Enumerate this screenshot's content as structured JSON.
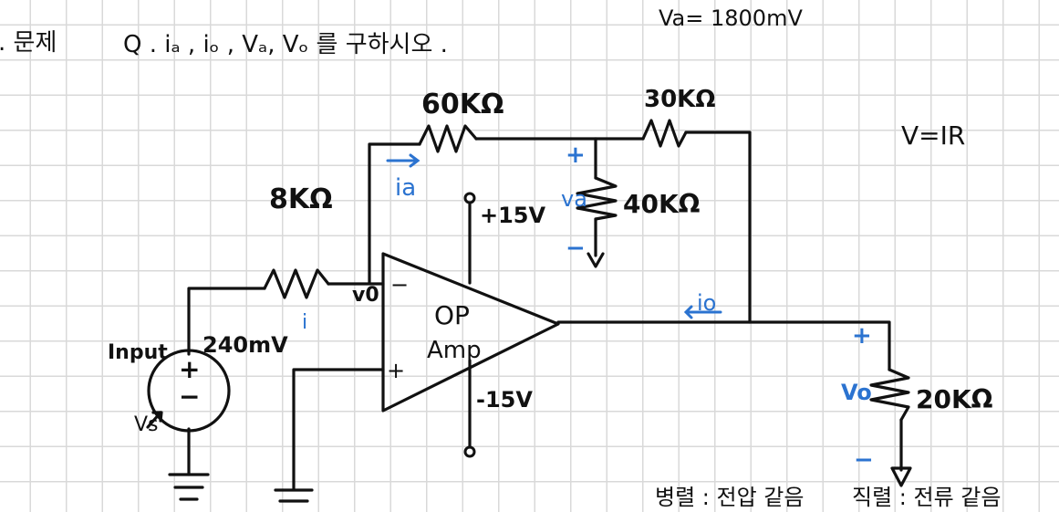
{
  "header": {
    "problem_label": ". 문제",
    "question": "Q . iₐ , iₒ , Vₐ, Vₒ 를 구하시오 ."
  },
  "notes": {
    "va_answer": "Va= 1800mV",
    "ohms_law": "V=IR",
    "parallel_rule": "병렬 : 전압 같음",
    "series_rule": "직렬 : 전류 같음"
  },
  "circuit": {
    "r_input": "8KΩ",
    "r_feedback1": "60KΩ",
    "r_feedback2": "30KΩ",
    "r_shunt": "40KΩ",
    "r_load": "20KΩ",
    "opamp_line1": "OP",
    "opamp_line2": "Amp",
    "supply_pos": "+15V",
    "supply_neg": "-15V",
    "input_label": "Input",
    "input_voltage": "240mV",
    "source_label": "Vs",
    "source_plus": "+",
    "source_minus": "−",
    "inv_sign": "−",
    "noninv_sign": "+"
  },
  "annotations": {
    "current_a": "ia",
    "current_in": "i",
    "current_out": "io",
    "node_v0": "v0",
    "voltage_a": "va",
    "voltage_o": "Vo",
    "va_plus": "+",
    "va_minus": "−",
    "vo_plus": "+",
    "vo_minus": "−"
  },
  "colors": {
    "ink": "#111111",
    "annotation_blue": "#2b73d0",
    "grid": "#d9d9d9"
  }
}
